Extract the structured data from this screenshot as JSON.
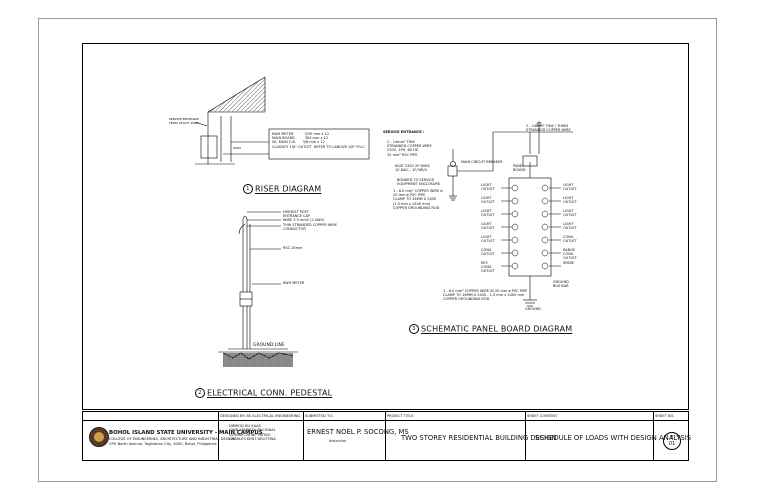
{
  "captions": {
    "riser": "RISER DIAGRAM",
    "pedestal": "ELECTRICAL CONN. PEDESTAL",
    "panel": "SCHEMATIC PANEL BOARD DIAGRAM",
    "ground_line": "GROUND LINE",
    "ground": "GROUND"
  },
  "notes": {
    "riser_table": "KWH METER          3/30 mm x 12\nMAIN BOARD         300 mm x 12\nSE. MAIN C.B.      3/8 mm x 12\nCLASSIFY 1/8\" OUTLET  REFER TO LABOUR 1/8\" P.V.C.",
    "riser_left": "SERVICE ENTRANCE\nFROM UTILITY POLE\nSERVICE",
    "pedestal_top": "HIGHEST POST\nENTRANCE CAP\nWIRE 3.5 mm2 (2 AWG)\nTHW STRANDED COPPER WIRE\nCONDUCTOR",
    "pedestal_pipe": "RSC 25mm",
    "pedestal_meter": "KWH METER",
    "service_head": "SERVICE ENTRANCE :",
    "service_text": "2 - 14mm² THW\nSTRANDED COPPER WIRE\n230V, 1PH, 60 HZ\n32 mm² RSC PIPE",
    "main_breaker": "MAIN CIRCUIT BREAKER",
    "breaker_note": "60AT 230V 2P 60HZ\n10 KAIC - 1F/3W/A",
    "bonded": "BONDED TO SERVICE\nEQUIPMENT ENCLOSURE",
    "ground_note": "1 - 8.0 mm² COPPER WIRE in\n20 mm ø PVC PIPE\nCLAMP TO 16MM X 2400\n(1.5 mm x 2400 mm)\nCOPPER GROUNDING ROD",
    "top_wire": "2 - 14mm² THW / THWN\nSTRANDED COPPER WIRE",
    "panel_label": "PANEL\nBOARD",
    "bottom_note": "1 - 8.0 mm² COPPER WIRE IN 20 mm ø PVC PIPE\nCLAMP TO 16MM X 2400 - 1.5 mm x 2400 mm\nCOPPER GROUNDING ROD",
    "ground_bus": "GROUND\nBUS BAR",
    "left_outlets": [
      "LIGHT\nOUTLET",
      "LIGHT\nOUTLET",
      "LIGHT\nOUTLET",
      "LIGHT\nOUTLET",
      "LIGHT\nOUTLET",
      "CONV.\nOUTLET",
      "REF.\nCONV.\nOUTLET"
    ],
    "right_outlets": [
      "LIGHT\nOUTLET",
      "LIGHT\nOUTLET",
      "LIGHT\nOUTLET",
      "LIGHT\nOUTLET",
      "CONV.\nOUTLET",
      "RANGE\nCONV.\nOUTLET",
      "SPARE"
    ]
  },
  "title_block": {
    "designed_by_head": "DESIGNED BY: BS ELECTRICAL ENGINEERING",
    "submitted_to_head": "SUBMITTED TO:",
    "project_title_head": "PROJECT TITLE:",
    "sheet_content_head": "SHEET CONTENT",
    "sheet_no_head": "SHEET NO.",
    "university": "BOHOL ISLAND STATE UNIVERSITY - MAIN CAMPUS",
    "college": "COLLEGE OF ENGINEERING, ARCHITECTURE AND INDUSTRIAL DESIGN",
    "address": "CPG North Avenue, Tagbilaran City, 6300, Bohol, Philippines",
    "designers": "NIMROD BU EAAS\nJOHN KENNETH PACIONAL\nDOMINIC NONP PATINO\nCHARLES KENT DELOTINA",
    "instructor_name": "ERNEST NOEL P. SOCONG, MS",
    "instructor_role": "Instructor",
    "project_title": "TWO STOREY RESIDENTIAL BUILDING DESIGN",
    "sheet_content": "SCHEDULE OF LOADS WITH DESIGN ANALYSIS",
    "sheet_no": "E\n01"
  }
}
